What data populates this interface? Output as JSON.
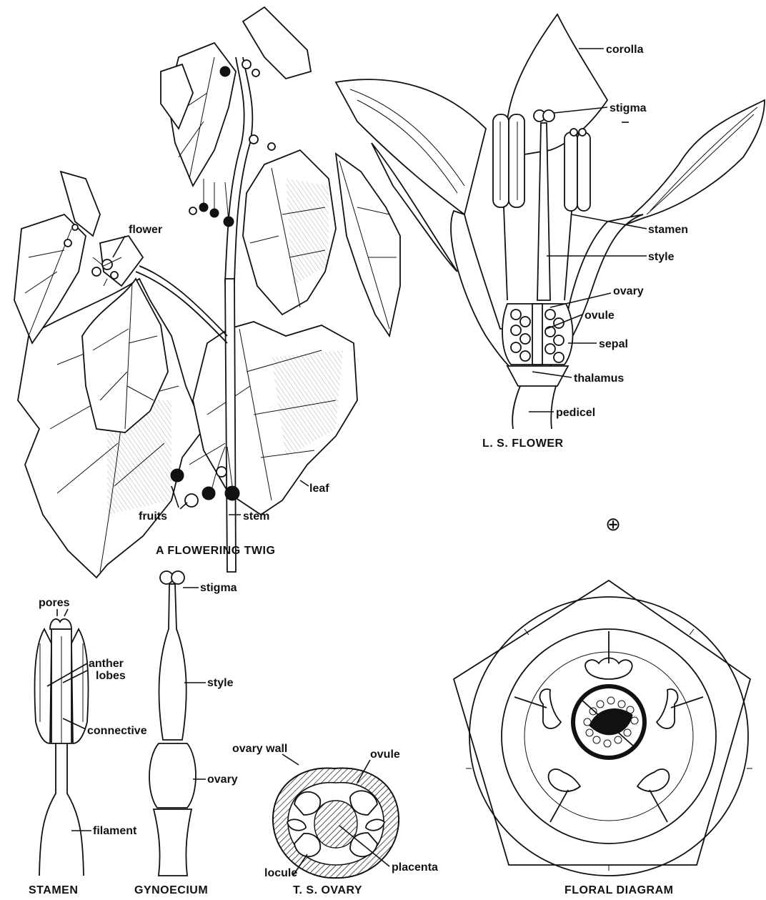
{
  "twig": {
    "caption": "A FLOWERING TWIG",
    "labels": {
      "flower": "flower",
      "leaf": "leaf",
      "fruits": "fruits",
      "stem": "stem"
    }
  },
  "ls_flower": {
    "caption": "L. S. FLOWER",
    "labels": {
      "corolla": "corolla",
      "stigma": "stigma",
      "stamen": "stamen",
      "style": "style",
      "ovary": "ovary",
      "ovule": "ovule",
      "sepal": "sepal",
      "thalamus": "thalamus",
      "pedicel": "pedicel"
    }
  },
  "stamen": {
    "caption": "STAMEN",
    "labels": {
      "pores": "pores",
      "anther_line1": "anther",
      "anther_line2": "lobes",
      "connective": "connective",
      "filament": "filament"
    }
  },
  "gynoecium": {
    "caption": "GYNOECIUM",
    "labels": {
      "stigma": "stigma",
      "style": "style",
      "ovary": "ovary"
    }
  },
  "ts_ovary": {
    "caption": "T. S. OVARY",
    "labels": {
      "ovary_wall": "ovary wall",
      "ovule": "ovule",
      "locule": "locule",
      "placenta": "placenta"
    }
  },
  "floral_diagram": {
    "caption": "FLORAL DIAGRAM",
    "symbol": "⊕"
  }
}
